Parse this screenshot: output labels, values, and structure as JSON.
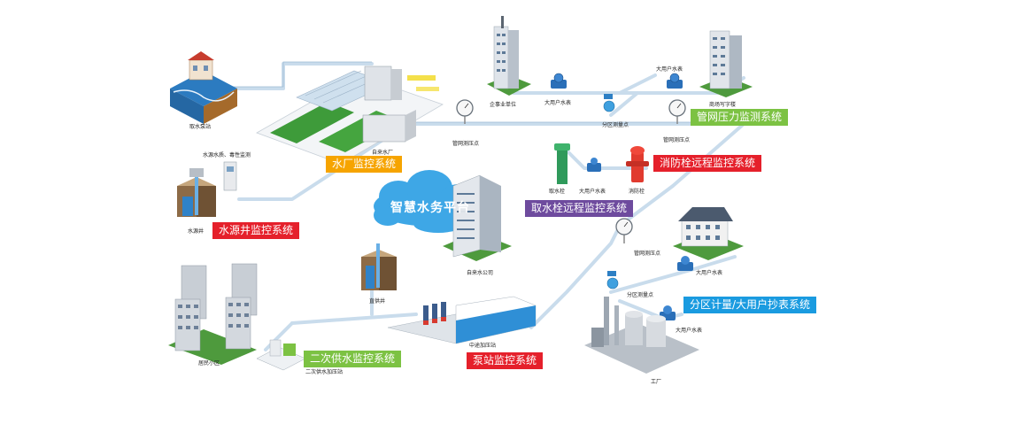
{
  "platform": {
    "title": "智慧水务平台"
  },
  "systems": {
    "water_plant": "水厂监控系统",
    "source_well": "水源井监控系统",
    "pipe_pressure": "管网压力监测系统",
    "hydrant": "消防栓远程监控系统",
    "fetch_hydrant": "取水栓远程监控系统",
    "zone_metering": "分区计量/大用户抄表系统",
    "secondary_supply": "二次供水监控系统",
    "pump_station": "泵站监控系统"
  },
  "labels": {
    "intake": "取水泵站",
    "quality": "水源水质、毒性监测",
    "plant": "自来水厂",
    "source_well": "水源井",
    "enterprise": "企事业单位",
    "big_meter_1": "大用户水表",
    "big_meter_2": "大用户水表",
    "big_meter_3": "大用户水表",
    "big_meter_4": "大用户水表",
    "big_meter_5": "大用户水表",
    "zone_point_1": "分区测量点",
    "zone_point_2": "分区测量点",
    "pressure_point_1": "管网测压点",
    "pressure_point_2": "管网测压点",
    "pressure_point_3": "管网测压点",
    "mall": "商场写字楼",
    "fetch_hydrant": "取水栓",
    "hydrant": "消防栓",
    "company": "自来水公司",
    "deep_well": "直供井",
    "residential": "居民小区",
    "secondary_station": "二次供水加压站",
    "booster_station": "中途加压站",
    "factory": "工厂"
  },
  "colors": {
    "pipe": "#c9dcec",
    "pipe_edge": "#9dbad4",
    "orange": "#f6a400",
    "red": "#e5202b",
    "green": "#7cc243",
    "purple": "#6e4b9e",
    "blue": "#1a9be0"
  }
}
